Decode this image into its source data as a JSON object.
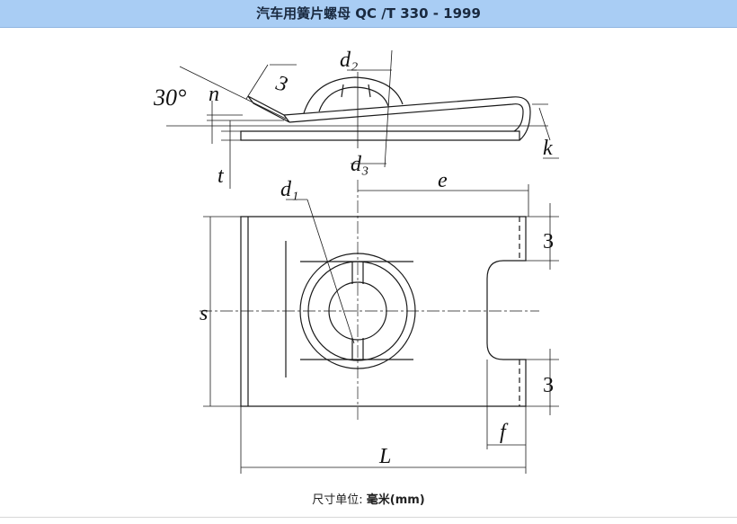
{
  "title": "汽车用簧片螺母 QC /T 330 - 1999",
  "unit_label": "尺寸单位:",
  "unit_value": "毫米(mm)",
  "labels": {
    "angle": "30°",
    "n": "n",
    "three_top": "3",
    "d2": "d₂",
    "d3": "d₃",
    "t": "t",
    "k": "k",
    "d1": "d₁",
    "e": "e",
    "s": "s",
    "three_right_top": "3",
    "three_right_bottom": "3",
    "f": "f",
    "L": "L"
  },
  "colors": {
    "header": "#a9cdf4",
    "line": "#1a1a1a"
  }
}
